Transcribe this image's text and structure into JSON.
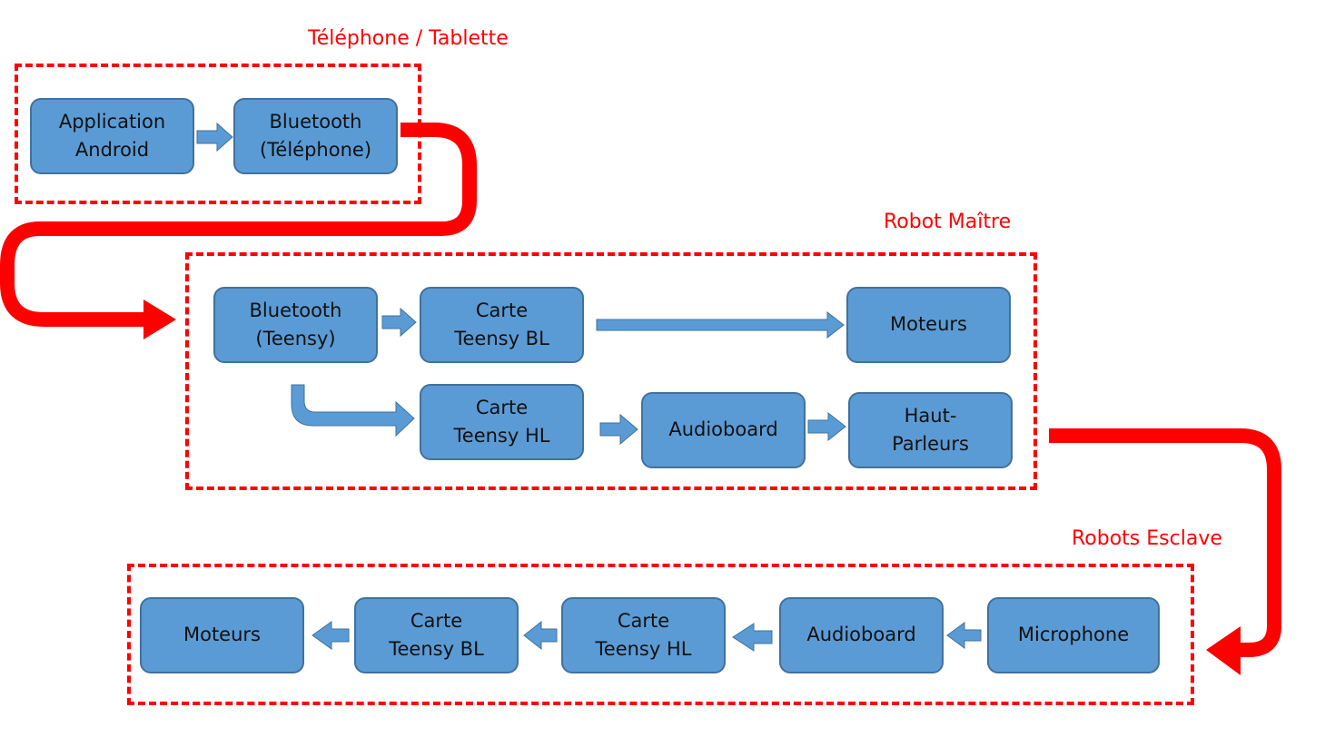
{
  "groups": {
    "phone": {
      "label": "Téléphone / Tablette",
      "nodes": {
        "app": {
          "line1": "Application",
          "line2": "Android"
        },
        "bt": {
          "line1": "Bluetooth",
          "line2": "(Téléphone)"
        }
      }
    },
    "master": {
      "label": "Robot Maître",
      "nodes": {
        "bt": {
          "line1": "Bluetooth",
          "line2": "(Teensy)"
        },
        "teensy_bl": {
          "line1": "Carte",
          "line2": "Teensy BL"
        },
        "motors": {
          "line1": "Moteurs"
        },
        "teensy_hl": {
          "line1": "Carte",
          "line2": "Teensy HL"
        },
        "audioboard": {
          "line1": "Audioboard"
        },
        "speakers": {
          "line1": "Haut-",
          "line2": "Parleurs"
        }
      }
    },
    "slaves": {
      "label": "Robots Esclave",
      "nodes": {
        "motors": {
          "line1": "Moteurs"
        },
        "teensy_bl": {
          "line1": "Carte",
          "line2": "Teensy BL"
        },
        "teensy_hl": {
          "line1": "Carte",
          "line2": "Teensy HL"
        },
        "audioboard": {
          "line1": "Audioboard"
        },
        "microphone": {
          "line1": "Microphone"
        }
      }
    }
  },
  "colors": {
    "box_fill": "#5b9bd5",
    "box_border": "#41719c",
    "frame": "#ff0000",
    "connector": "#ff0000",
    "arrow": "#5b9bd5"
  }
}
